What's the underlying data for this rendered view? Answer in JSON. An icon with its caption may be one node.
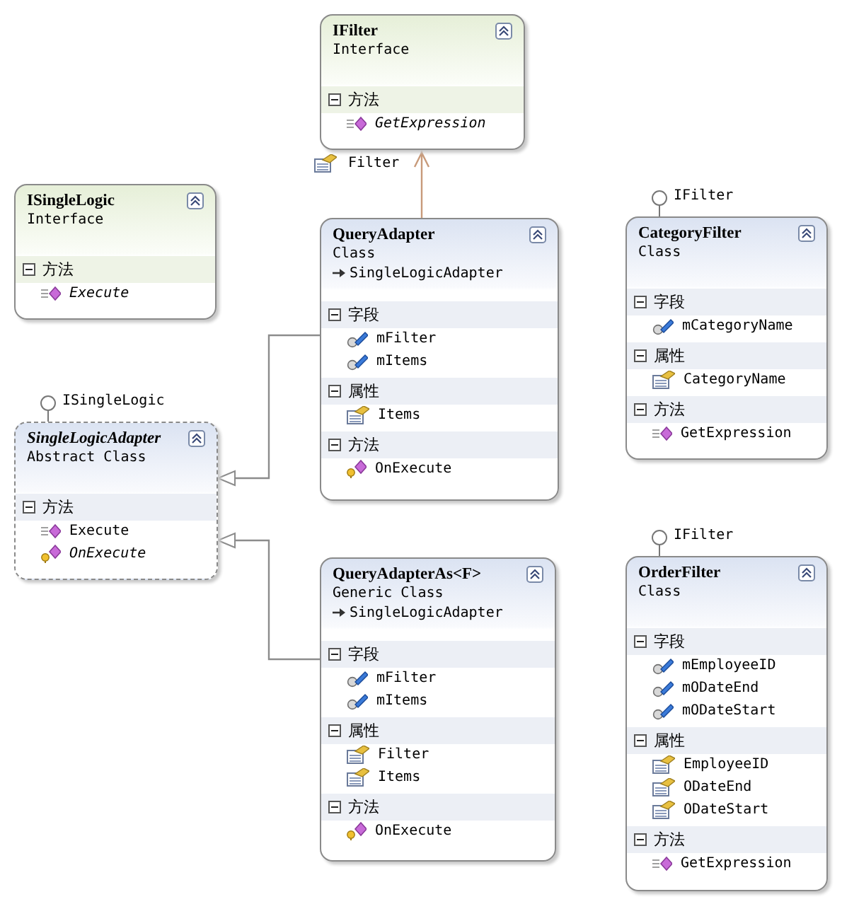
{
  "diagram": {
    "nodes": [
      {
        "text": [
          "IFilter",
          "Interface",
          "方法",
          "GetExpression"
        ]
      },
      {
        "text": [
          "ISingleLogic",
          "Interface",
          "方法",
          "Execute"
        ]
      },
      {
        "text": [
          "QueryAdapter",
          "Class",
          "SingleLogicAdapter",
          "字段",
          "mFilter",
          "mItems",
          "属性",
          "Items",
          "方法",
          "OnExecute"
        ]
      },
      {
        "text": [
          "CategoryFilter",
          "Class",
          "字段",
          "mCategoryName",
          "属性",
          "CategoryName",
          "方法",
          "GetExpression"
        ],
        "beside": [
          "IFilter"
        ]
      },
      {
        "text": [
          "SingleLogicAdapter",
          "Abstract Class",
          "方法",
          "Execute",
          "OnExecute"
        ],
        "beside": [
          "ISingleLogic"
        ]
      },
      {
        "text": [
          "QueryAdapterAs<F>",
          "Generic Class",
          "SingleLogicAdapter",
          "字段",
          "mFilter",
          "mItems",
          "属性",
          "Filter",
          "Items",
          "方法",
          "OnExecute"
        ]
      },
      {
        "text": [
          "OrderFilter",
          "Class",
          "字段",
          "mEmployeeID",
          "mODateEnd",
          "mODateStart",
          "属性",
          "EmployeeID",
          "ODateEnd",
          "ODateStart",
          "方法",
          "GetExpression"
        ],
        "beside": [
          "IFilter"
        ]
      }
    ],
    "edges": [
      {
        "from": 2,
        "to": 0,
        "arrow": "to",
        "label": "Filter",
        "color": "#c89a7a"
      },
      {
        "from": 2,
        "to": 4,
        "arrow": "to"
      },
      {
        "from": 5,
        "to": 4,
        "arrow": "to"
      }
    ]
  }
}
